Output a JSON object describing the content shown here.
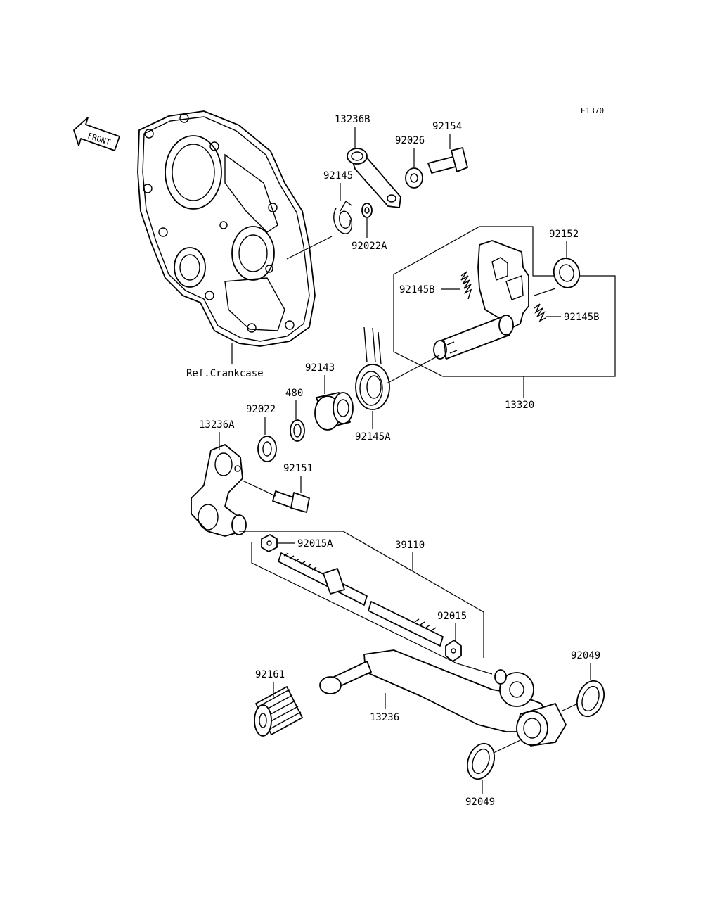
{
  "diagram": {
    "code": "E1370",
    "front_label": "FRONT",
    "labels": {
      "ref_crankcase": "Ref.Crankcase",
      "p13236B": "13236B",
      "p92154": "92154",
      "p92026": "92026",
      "p92145": "92145",
      "p92022A": "92022A",
      "p92152": "92152",
      "p92145B_left": "92145B",
      "p92145B_right": "92145B",
      "p13320": "13320",
      "p92143": "92143",
      "p480": "480",
      "p92022": "92022",
      "p13236A": "13236A",
      "p92145A": "92145A",
      "p92151": "92151",
      "p92015A": "92015A",
      "p39110": "39110",
      "p92015": "92015",
      "p92049_top": "92049",
      "p92161": "92161",
      "p13236": "13236",
      "p92049_bottom": "92049"
    }
  }
}
